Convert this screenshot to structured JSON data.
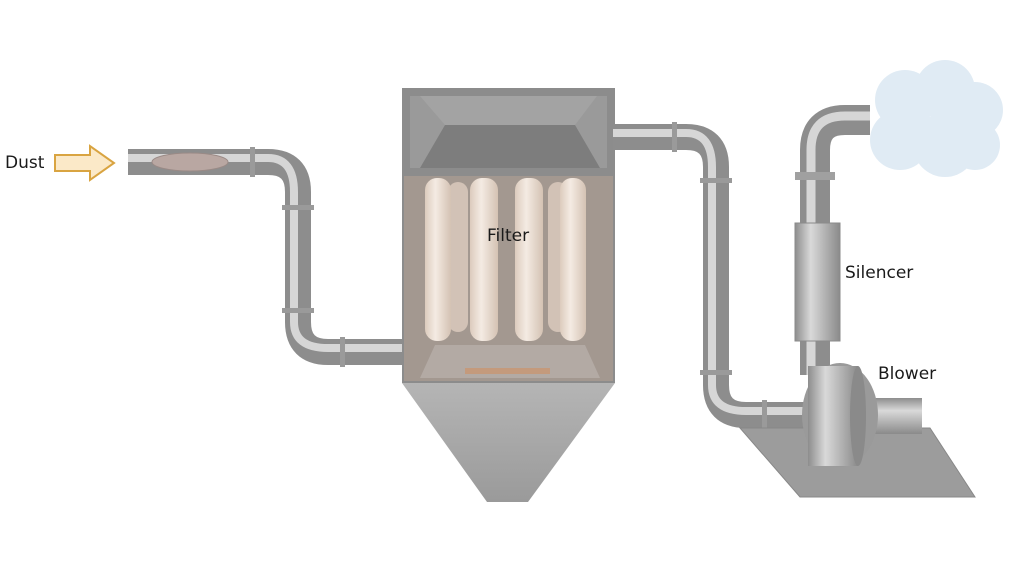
{
  "labels": {
    "dust": "Dust",
    "filter": "Filter",
    "silencer": "Silencer",
    "blower": "Blower"
  },
  "colors": {
    "pipe": "#a9a9a9",
    "housing": "#8a8a8a",
    "filter_element": "#eadcd2",
    "arrow_fill": "#fbe9c8",
    "arrow_stroke": "#d9a441",
    "cloud": "#dbe8f3"
  }
}
